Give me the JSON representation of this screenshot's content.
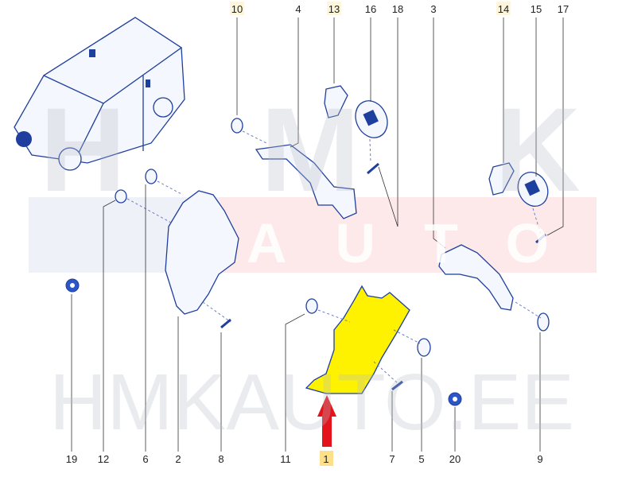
{
  "watermark": {
    "top_text": "HMK",
    "band_text": "AUTO",
    "bottom_text": "HMKAUTO.EE"
  },
  "colors": {
    "line": "#1f3f9e",
    "highlight_fill": "#fff200",
    "highlight_label_bg": "#ffe08a",
    "arrow": "#e3141b",
    "watermark_band": "#fde8e8",
    "watermark_gray": "#eef0f3"
  },
  "highlighted_part": "1",
  "callouts_top": [
    "10",
    "4",
    "13",
    "16",
    "18",
    "3",
    "14",
    "15",
    "17"
  ],
  "callouts_bottom": [
    "19",
    "12",
    "6",
    "2",
    "8",
    "11",
    "1",
    "7",
    "5",
    "20",
    "9"
  ]
}
